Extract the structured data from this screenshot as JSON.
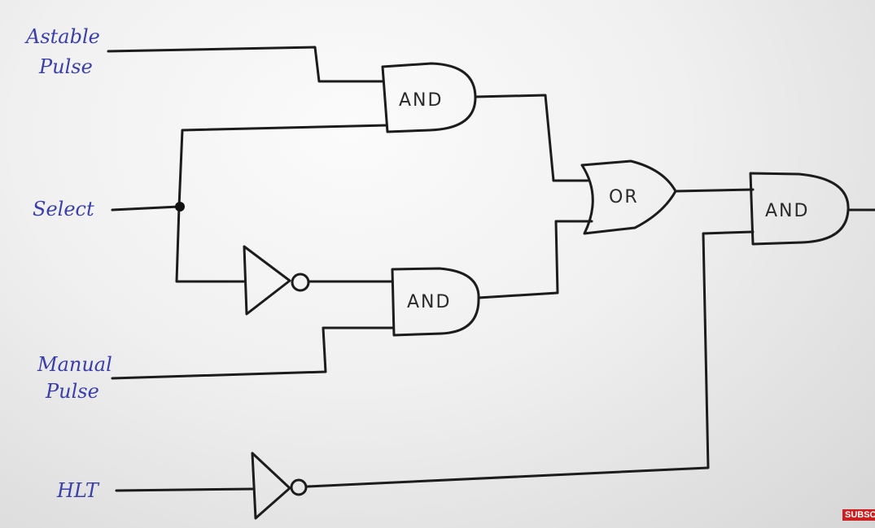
{
  "diagram": {
    "inputs": {
      "astable_line1": "Astable",
      "astable_line2": "Pulse",
      "select": "Select",
      "manual_line1": "Manual",
      "manual_line2": "Pulse",
      "hlt": "HLT"
    },
    "gates": {
      "and_top": "AND",
      "and_bottom": "AND",
      "or": "OR",
      "and_output": "AND"
    }
  },
  "overlay": {
    "subscribe_label": "SUBSCRIBE",
    "color": "#cc1f1f"
  }
}
